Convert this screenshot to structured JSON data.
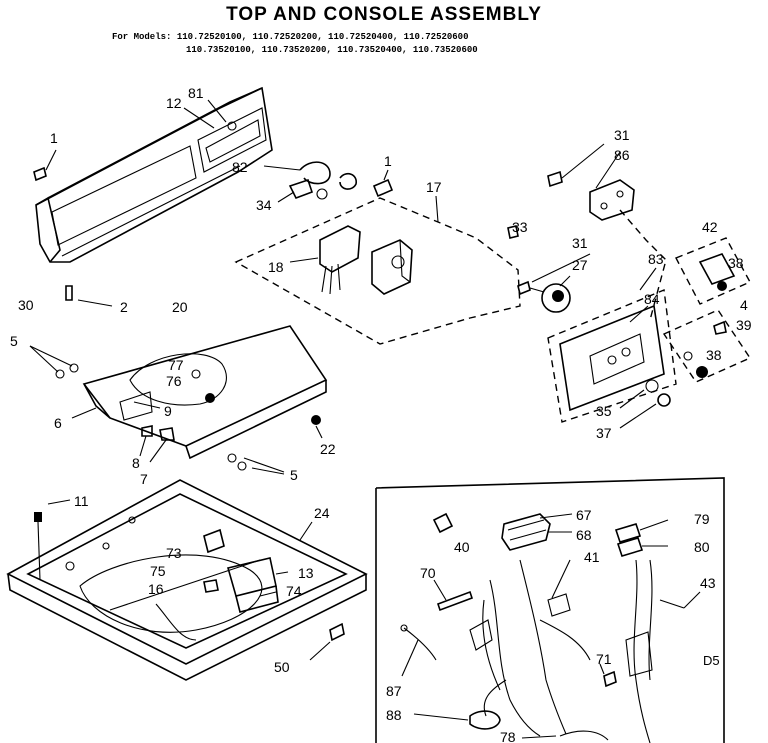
{
  "title": "TOP AND CONSOLE ASSEMBLY",
  "models": {
    "prefix": "For Models:",
    "line1": "110.72520100, 110.72520200, 110.72520400, 110.72520600",
    "line2": "110.73520100, 110.73520200, 110.73520400, 110.73520600"
  },
  "callouts": {
    "c1a": "1",
    "c81": "81",
    "c12": "12",
    "c1b": "1",
    "c31a": "31",
    "c86": "86",
    "c82": "82",
    "c34": "34",
    "c17": "17",
    "c33": "33",
    "c31b": "31",
    "c27": "27",
    "c18": "18",
    "c83": "83",
    "c42": "42",
    "c38a": "38",
    "c30": "30",
    "c2": "2",
    "c84": "84",
    "c4": "4",
    "c39": "39",
    "c20": "20",
    "c5a": "5",
    "c77": "77",
    "c76": "76",
    "c38b": "38",
    "c6": "6",
    "c9": "9",
    "c35": "35",
    "c37": "37",
    "c22": "22",
    "c8": "8",
    "c7": "7",
    "c5b": "5",
    "c11": "11",
    "c24": "24",
    "c67": "67",
    "c79": "79",
    "c68": "68",
    "c80": "80",
    "c40": "40",
    "c73": "73",
    "c41": "41",
    "c70": "70",
    "c13": "13",
    "c75": "75",
    "c16": "16",
    "c74": "74",
    "c43": "43",
    "c50": "50",
    "c87": "87",
    "c71": "71",
    "c88": "88",
    "c78": "78"
  },
  "page_code": "D5"
}
